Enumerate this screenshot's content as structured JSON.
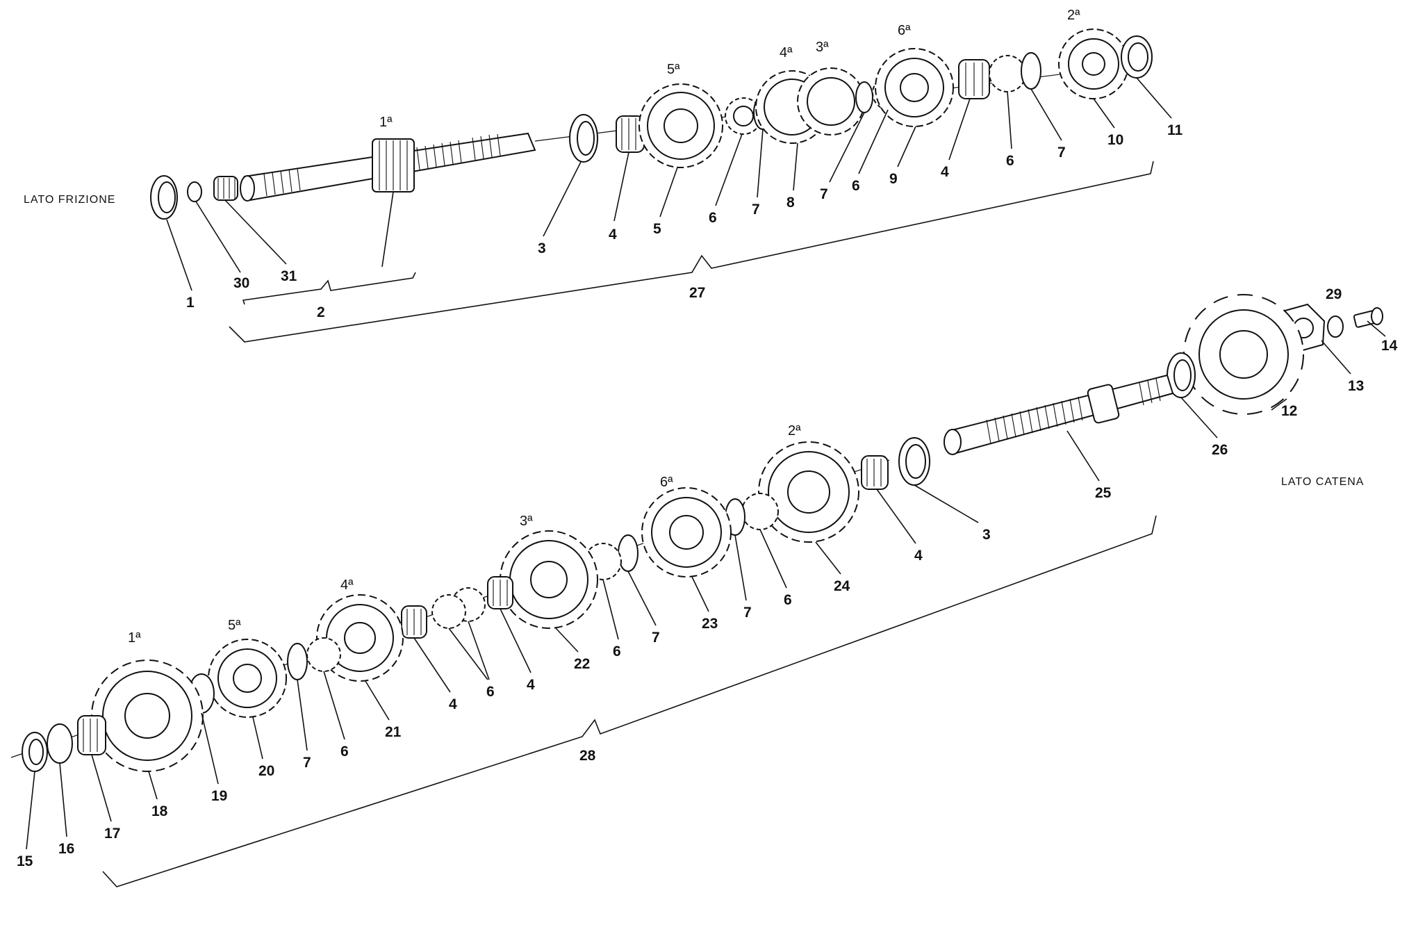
{
  "side_labels": {
    "clutch_side": "LATO FRIZIONE",
    "chain_side": "LATO CATENA"
  },
  "gear_ordinals": {
    "upper": [
      "1ª",
      "5ª",
      "4ª",
      "3ª",
      "6ª",
      "2ª"
    ],
    "lower": [
      "1ª",
      "5ª",
      "4ª",
      "3ª",
      "6ª",
      "2ª"
    ]
  },
  "upper_shaft": {
    "callouts": [
      "1",
      "30",
      "31",
      "2",
      "3",
      "4",
      "5",
      "6",
      "7",
      "8",
      "7",
      "6",
      "9",
      "4",
      "6",
      "7",
      "10",
      "11",
      "27"
    ]
  },
  "lower_shaft": {
    "callouts": [
      "29",
      "14",
      "13",
      "12",
      "26",
      "25",
      "3",
      "4",
      "24",
      "6",
      "7",
      "23",
      "7",
      "6",
      "22",
      "4",
      "6",
      "4",
      "21",
      "6",
      "7",
      "20",
      "19",
      "18",
      "17",
      "16",
      "15",
      "28"
    ]
  }
}
